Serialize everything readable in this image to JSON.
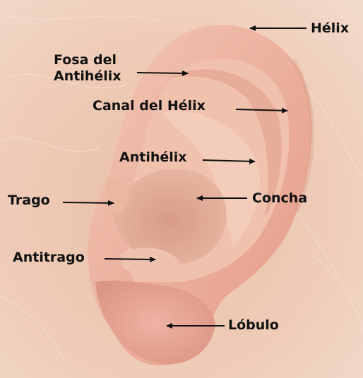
{
  "figure": {
    "labels": [
      {
        "key": "helix",
        "lines": [
          "Hélix"
        ]
      },
      {
        "key": "fosa",
        "lines": [
          "Fosa del",
          "Antihélix"
        ]
      },
      {
        "key": "canal",
        "lines": [
          "Canal del Hélix"
        ]
      },
      {
        "key": "antihelix",
        "lines": [
          "Antihélix"
        ]
      },
      {
        "key": "tragus",
        "lines": [
          "Trago"
        ]
      },
      {
        "key": "concha",
        "lines": [
          "Concha"
        ]
      },
      {
        "key": "antitragus",
        "lines": [
          "Antitrago"
        ]
      },
      {
        "key": "lobule",
        "lines": [
          "Lóbulo"
        ]
      }
    ]
  },
  "colors": {
    "skin_light": "#f4d8c8",
    "skin_mid": "#e8b8a2",
    "skin_dark": "#c98a78",
    "label_text": "#111111",
    "arrow": "#111111"
  }
}
